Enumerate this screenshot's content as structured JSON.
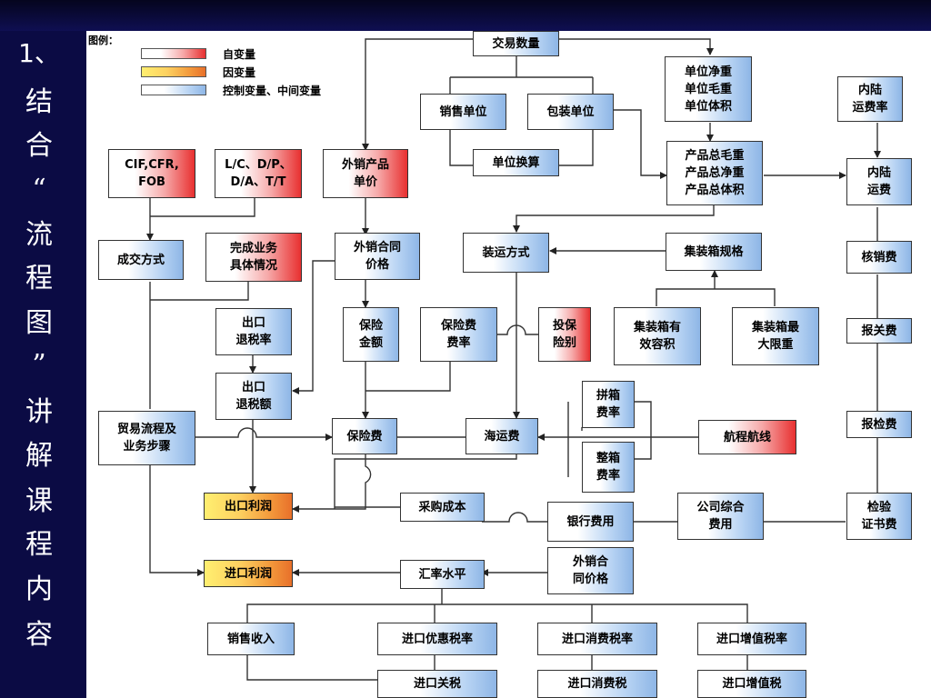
{
  "sidebar": {
    "chars": [
      "1、",
      "结",
      "合",
      "“",
      "流",
      "程",
      "图",
      "”",
      "讲",
      "解",
      "课",
      "程",
      "内",
      "容"
    ]
  },
  "legend": {
    "title": "图例：",
    "independent": "自变量",
    "dependent": "因变量",
    "control": "控制变量、中间变量"
  },
  "nodes": {
    "trade_qty": "交易数量",
    "sales_unit": "销售单位",
    "pack_unit": "包装单位",
    "unit_conv": "单位换算",
    "unit_weight": "单位净重\n单位毛重\n单位体积",
    "inland_rate": "内陆\n运费率",
    "total_weight": "产品总毛重\n产品总净重\n产品总体积",
    "inland_fee": "内陆\n运费",
    "incoterms": "CIF,CFR,\nFOB",
    "payment": "L/C、D/P、\nD/A、T/T",
    "export_price": "外销产品\n单价",
    "deal_mode": "成交方式",
    "business": "完成业务\n具体情况",
    "export_contract": "外销合同\n价格",
    "ship_mode": "装运方式",
    "container_spec": "集装箱规格",
    "verify_fee": "核销费",
    "rebate_rate": "出口\n退税率",
    "insured_amt": "保险\n金额",
    "ins_rate": "保险费\n费率",
    "ins_type": "投保\n险别",
    "cont_volume": "集装箱有\n效容积",
    "cont_weight": "集装箱最\n大限重",
    "customs_fee": "报关费",
    "rebate_amt": "出口\n退税额",
    "lcl_rate": "拼箱\n费率",
    "trade_flow": "贸易流程及\n业务步骤",
    "premium": "保险费",
    "sea_freight": "海运费",
    "route": "航程航线",
    "inspect_fee": "报检费",
    "fcl_rate": "整箱\n费率",
    "export_profit": "出口利润",
    "purchase_cost": "采购成本",
    "bank_fee": "银行费用",
    "company_fee": "公司综合\n费用",
    "cert_fee": "检验\n证书费",
    "import_profit": "进口利润",
    "fx_level": "汇率水平",
    "export_contract2": "外销合\n同价格",
    "sales_income": "销售收入",
    "pref_tariff": "进口优惠税率",
    "consump_rate": "进口消费税率",
    "vat_rate": "进口增值税率",
    "customs_duty": "进口关税",
    "consump_tax": "进口消费税",
    "vat": "进口增值税"
  }
}
